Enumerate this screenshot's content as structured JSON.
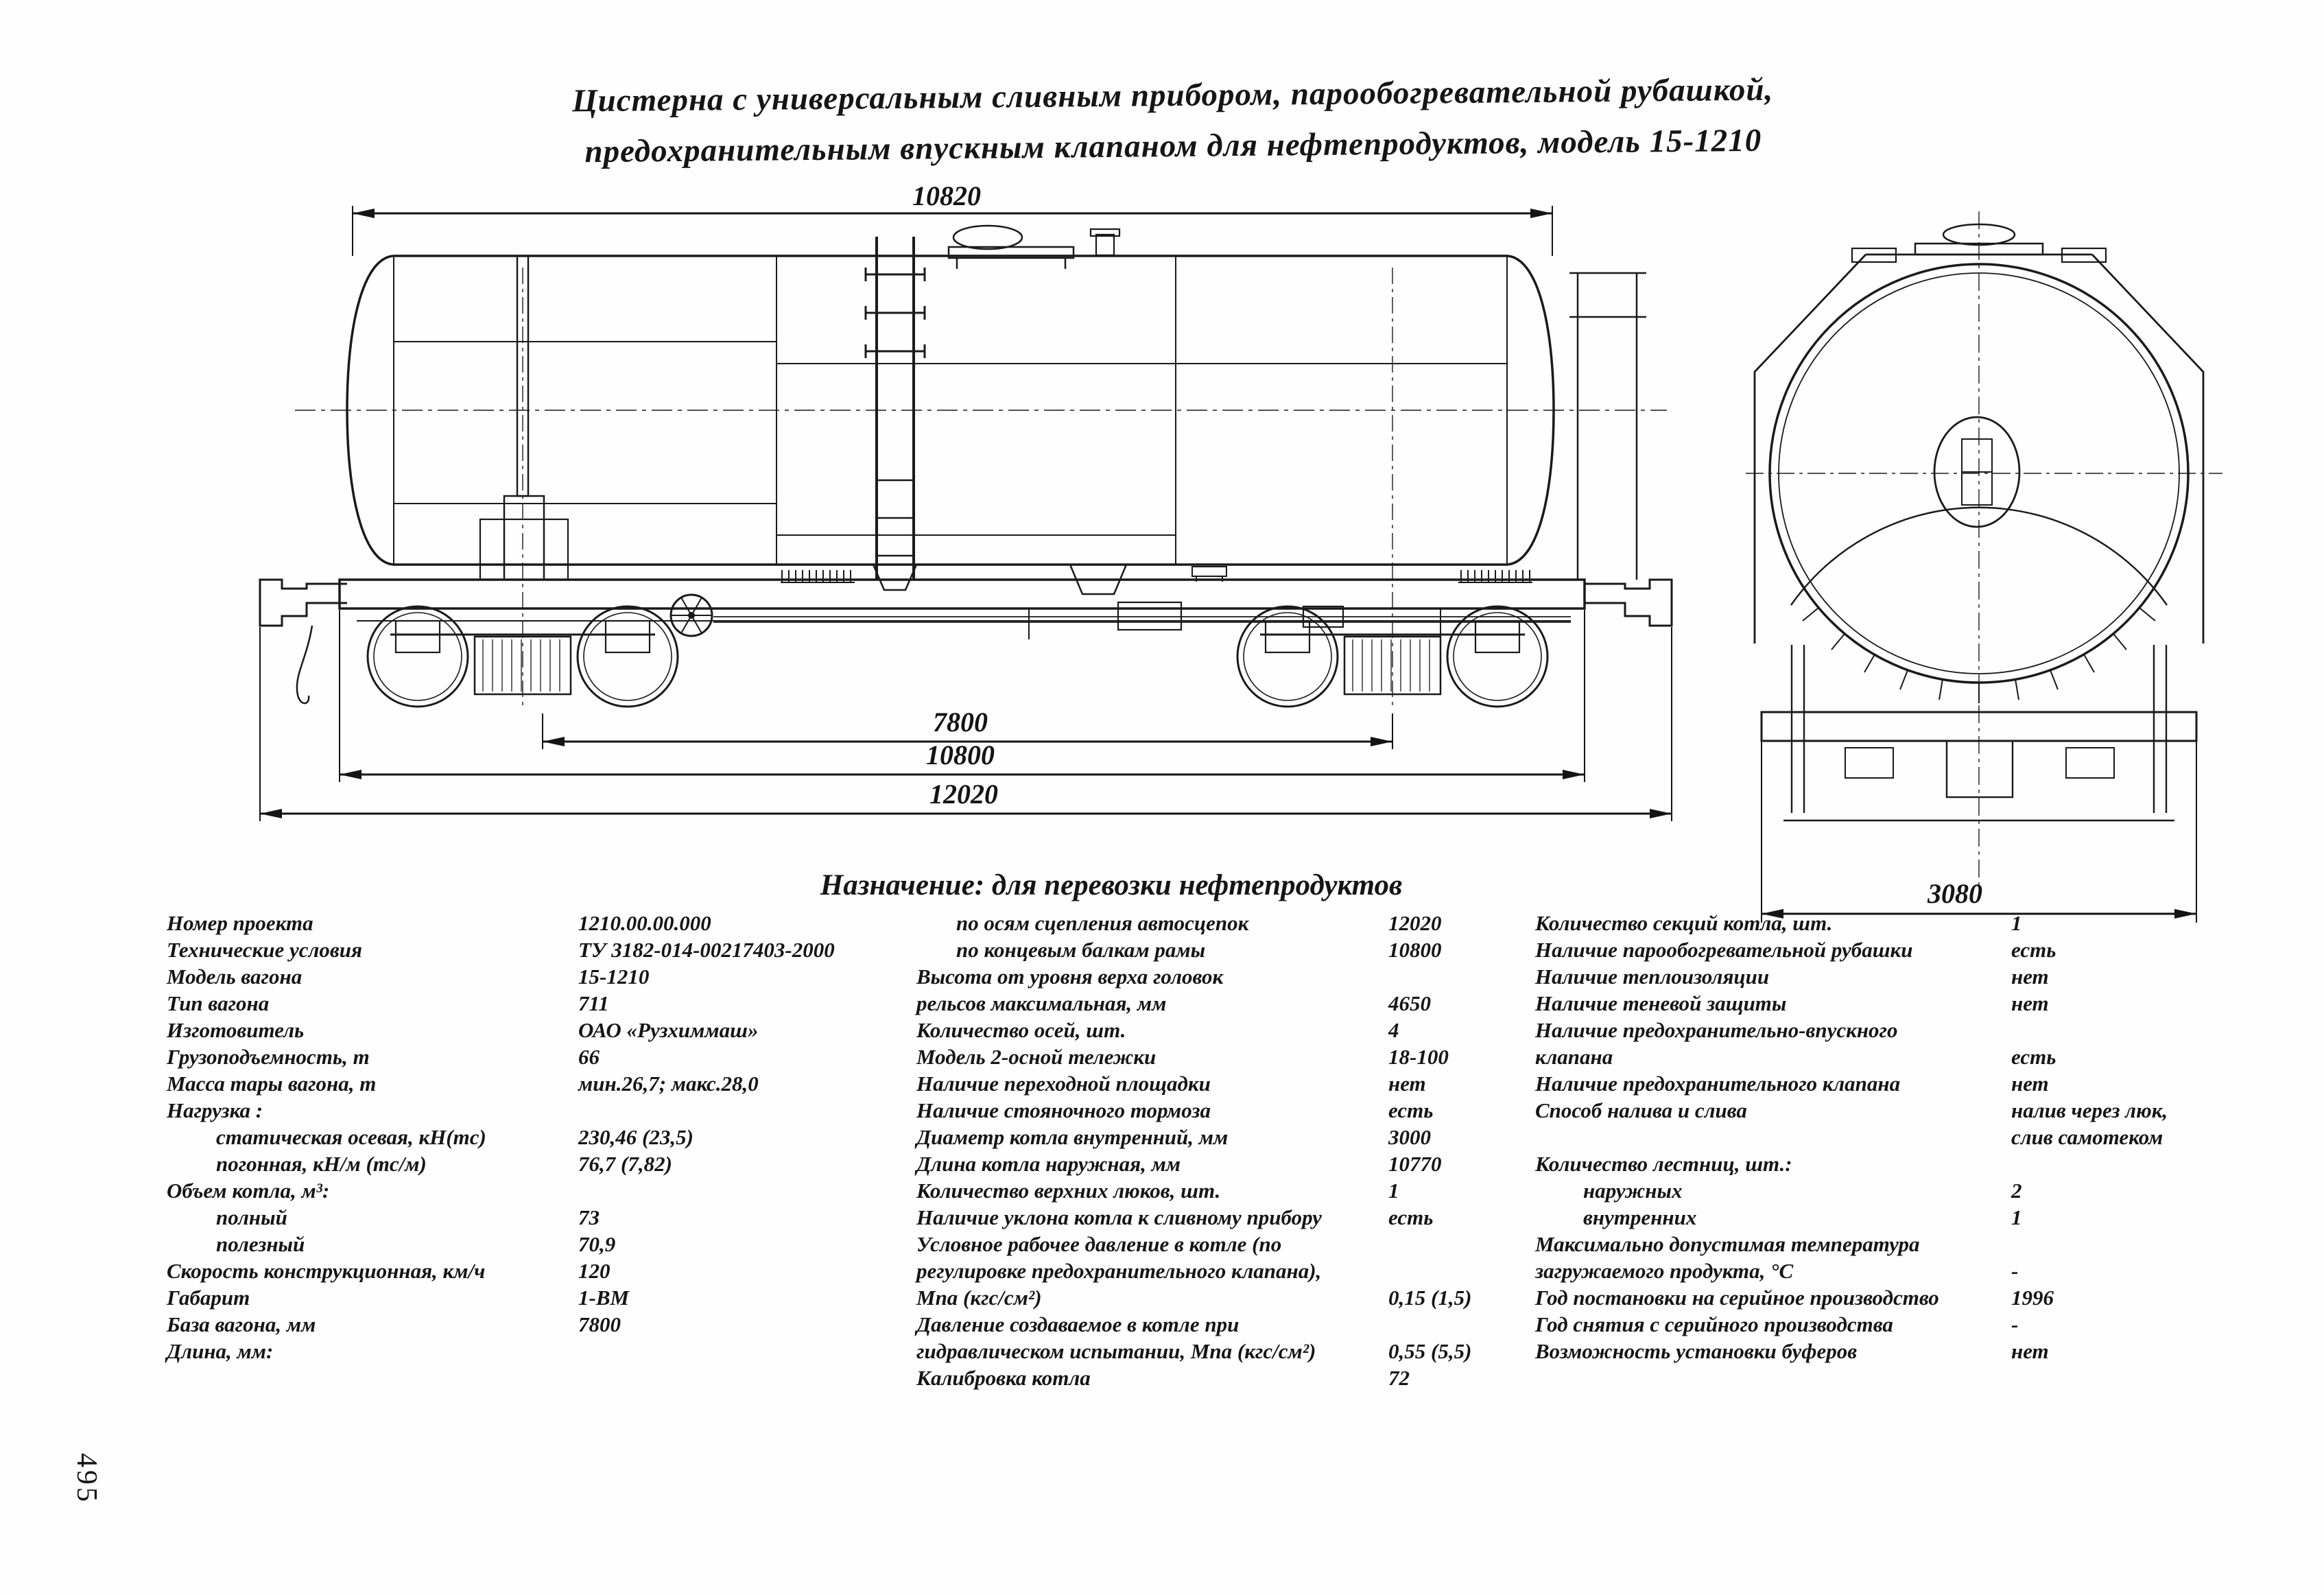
{
  "page": {
    "number": "495"
  },
  "title": {
    "line1": "Цистерна с универсальным сливным прибором, парообогревательной рубашкой,",
    "line2": "предохранительным впускным клапаном для нефтепродуктов, модель 15-1210"
  },
  "caption": "Назначение: для перевозки нефтепродуктов",
  "drawing": {
    "dims": {
      "tank_length": "10820",
      "bogie_base": "7800",
      "frame_length": "10800",
      "coupler_length": "12020",
      "end_width": "3080"
    }
  },
  "specs": {
    "col1": [
      {
        "label": "Номер проекта",
        "value": "1210.00.00.000",
        "indent": false
      },
      {
        "label": "Технические условия",
        "value": "ТУ 3182-014-00217403-2000",
        "indent": false
      },
      {
        "label": "Модель вагона",
        "value": "15-1210",
        "indent": false
      },
      {
        "label": "Тип вагона",
        "value": "711",
        "indent": false
      },
      {
        "label": "Изготовитель",
        "value": "ОАО «Рузхиммаш»",
        "indent": false
      },
      {
        "label": "Грузоподъемность, т",
        "value": "66",
        "indent": false
      },
      {
        "label": "Масса тары вагона, т",
        "value": "мин.26,7; макс.28,0",
        "indent": false
      },
      {
        "label": "Нагрузка :",
        "value": "",
        "indent": false
      },
      {
        "label": "статическая осевая, кН(тс)",
        "value": "230,46 (23,5)",
        "indent": true
      },
      {
        "label": "погонная, кН/м (тс/м)",
        "value": "76,7 (7,82)",
        "indent": true
      },
      {
        "label": "Объем котла, м³:",
        "value": "",
        "indent": false
      },
      {
        "label": "полный",
        "value": "73",
        "indent": true
      },
      {
        "label": "полезный",
        "value": "70,9",
        "indent": true
      },
      {
        "label": "Скорость конструкционная, км/ч",
        "value": "120",
        "indent": false
      },
      {
        "label": "Габарит",
        "value": "1-ВМ",
        "indent": false
      },
      {
        "label": "База вагона, мм",
        "value": "7800",
        "indent": false
      },
      {
        "label": "Длина, мм:",
        "value": "",
        "indent": false
      }
    ],
    "col2": [
      {
        "label": "по осям сцепления автосцепок",
        "value": "12020",
        "indent": true
      },
      {
        "label": "по концевым балкам рамы",
        "value": "10800",
        "indent": true
      },
      {
        "label": "Высота от уровня верха головок",
        "value": "",
        "indent": false
      },
      {
        "label": "рельсов максимальная, мм",
        "value": "4650",
        "indent": false
      },
      {
        "label": "Количество осей, шт.",
        "value": "4",
        "indent": false
      },
      {
        "label": "Модель 2-осной тележки",
        "value": "18-100",
        "indent": false
      },
      {
        "label": "Наличие переходной площадки",
        "value": "нет",
        "indent": false
      },
      {
        "label": "Наличие стояночного тормоза",
        "value": "есть",
        "indent": false
      },
      {
        "label": "Диаметр котла внутренний, мм",
        "value": "3000",
        "indent": false
      },
      {
        "label": "Длина котла наружная, мм",
        "value": "10770",
        "indent": false
      },
      {
        "label": "Количество верхних люков, шт.",
        "value": "1",
        "indent": false
      },
      {
        "label": "Наличие уклона котла к сливному прибору",
        "value": "есть",
        "indent": false
      },
      {
        "label": "Условное рабочее давление в котле (по",
        "value": "",
        "indent": false
      },
      {
        "label": "регулировке предохранительного клапана),",
        "value": "",
        "indent": false
      },
      {
        "label": "Мпа (кгс/см²)",
        "value": "0,15 (1,5)",
        "indent": false
      },
      {
        "label": "Давление создаваемое в котле при",
        "value": "",
        "indent": false
      },
      {
        "label": "гидравлическом испытании, Мпа (кгс/см²)",
        "value": "0,55 (5,5)",
        "indent": false
      },
      {
        "label": "Калибровка котла",
        "value": "72",
        "indent": false
      }
    ],
    "col3": [
      {
        "label": "Количество секций котла, шт.",
        "value": "1",
        "indent": false
      },
      {
        "label": "Наличие парообогревательной рубашки",
        "value": "есть",
        "indent": false
      },
      {
        "label": "Наличие теплоизоляции",
        "value": "нет",
        "indent": false
      },
      {
        "label": "Наличие теневой защиты",
        "value": "нет",
        "indent": false
      },
      {
        "label": "Наличие предохранительно-впускного",
        "value": "",
        "indent": false
      },
      {
        "label": "клапана",
        "value": "есть",
        "indent": false
      },
      {
        "label": "Наличие предохранительного клапана",
        "value": "нет",
        "indent": false
      },
      {
        "label": "Способ налива и слива",
        "value": "налив через люк,",
        "indent": false
      },
      {
        "label": "",
        "value": "слив самотеком",
        "indent": false
      },
      {
        "label": "Количество лестниц, шт.:",
        "value": "",
        "indent": false
      },
      {
        "label": "наружных",
        "value": "2",
        "indent": true
      },
      {
        "label": "внутренних",
        "value": "1",
        "indent": true
      },
      {
        "label": "Максимально допустимая температура",
        "value": "",
        "indent": false
      },
      {
        "label": "загружаемого продукта, °С",
        "value": "-",
        "indent": false
      },
      {
        "label": "Год постановки на серийное производство",
        "value": "1996",
        "indent": false
      },
      {
        "label": "Год снятия с серийного производства",
        "value": "-",
        "indent": false
      },
      {
        "label": "Возможность установки буферов",
        "value": "нет",
        "indent": false
      }
    ]
  }
}
